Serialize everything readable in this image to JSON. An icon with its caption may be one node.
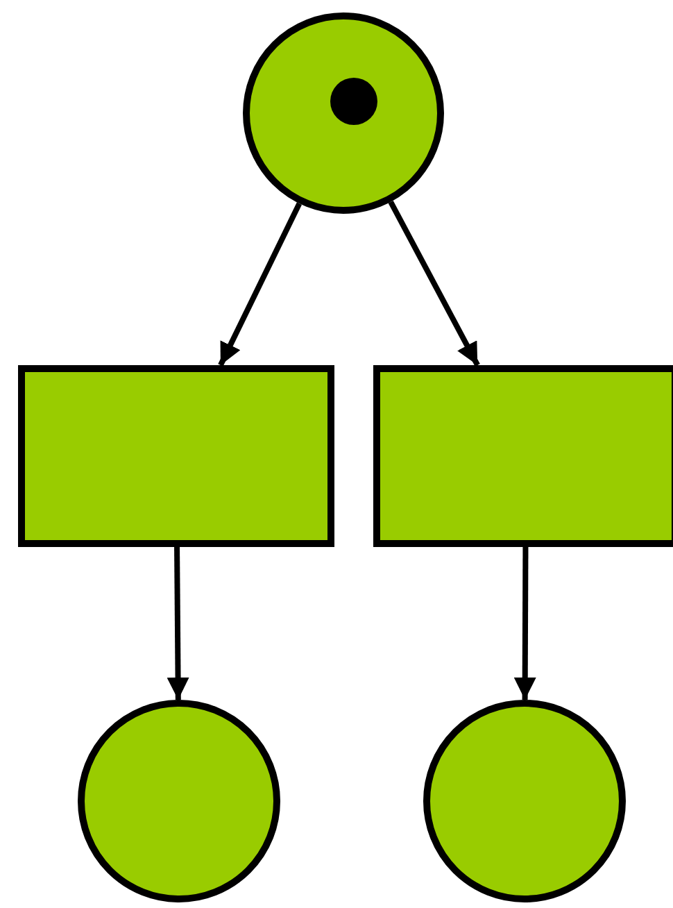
{
  "diagram": {
    "nodes": [
      {
        "text": [],
        "shape": "circle"
      },
      {
        "text": [],
        "shape": "dot",
        "in": 0
      },
      {
        "text": [],
        "shape": "box"
      },
      {
        "text": [],
        "shape": "box"
      },
      {
        "text": [],
        "shape": "circle"
      },
      {
        "text": [],
        "shape": "circle"
      }
    ],
    "edges": [
      {
        "from": 0,
        "to": 2,
        "arrow": "to"
      },
      {
        "from": 0,
        "to": 3,
        "arrow": "to"
      },
      {
        "from": 2,
        "to": 4,
        "arrow": "to"
      },
      {
        "from": 3,
        "to": 5,
        "arrow": "to"
      }
    ]
  }
}
